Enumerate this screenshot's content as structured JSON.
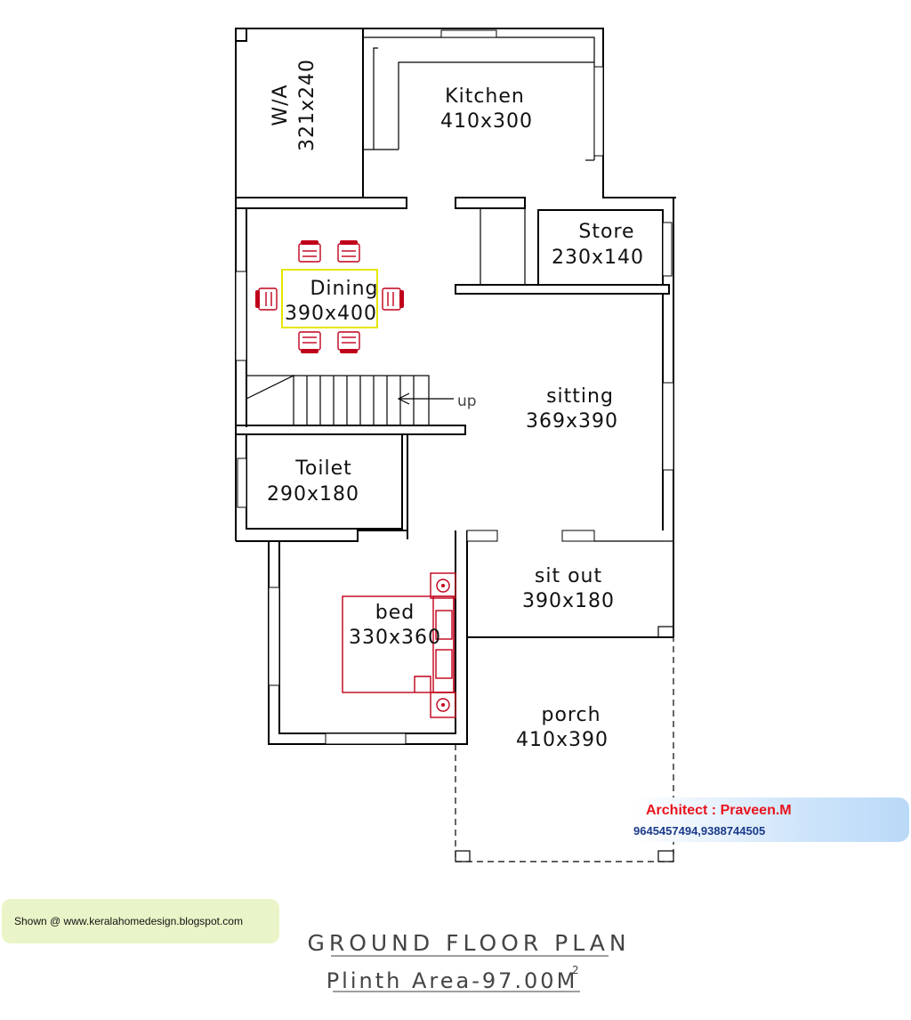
{
  "rooms": {
    "wa": {
      "name": "W/A",
      "size": "321x240"
    },
    "kitchen": {
      "name": "Kitchen",
      "size": "410x300"
    },
    "store": {
      "name": "Store",
      "size": "230x140"
    },
    "dining": {
      "name": "Dining",
      "size": "390x400"
    },
    "sitting": {
      "name": "sitting",
      "size": "369x390"
    },
    "toilet": {
      "name": "Toilet",
      "size": "290x180"
    },
    "sitout": {
      "name": "sit out",
      "size": "390x180"
    },
    "bed": {
      "name": "bed",
      "size": "330x360"
    },
    "porch": {
      "name": "porch",
      "size": "410x390"
    }
  },
  "stair_label": "up",
  "architect": {
    "name": "Architect : Praveen.M",
    "phone": "9645457494,9388744505"
  },
  "shown_at": "Shown @  www.keralahomedesign.blogspot.com",
  "plan_title": "GROUND  FLOOR  PLAN",
  "plinth_area": "Plinth Area-97.00M",
  "plinth_superscript": "2",
  "colors": {
    "furniture": "#c0001a",
    "dining_table": "#e6e600",
    "architect_name": "#e8141e",
    "phone": "#1a3a8a"
  }
}
